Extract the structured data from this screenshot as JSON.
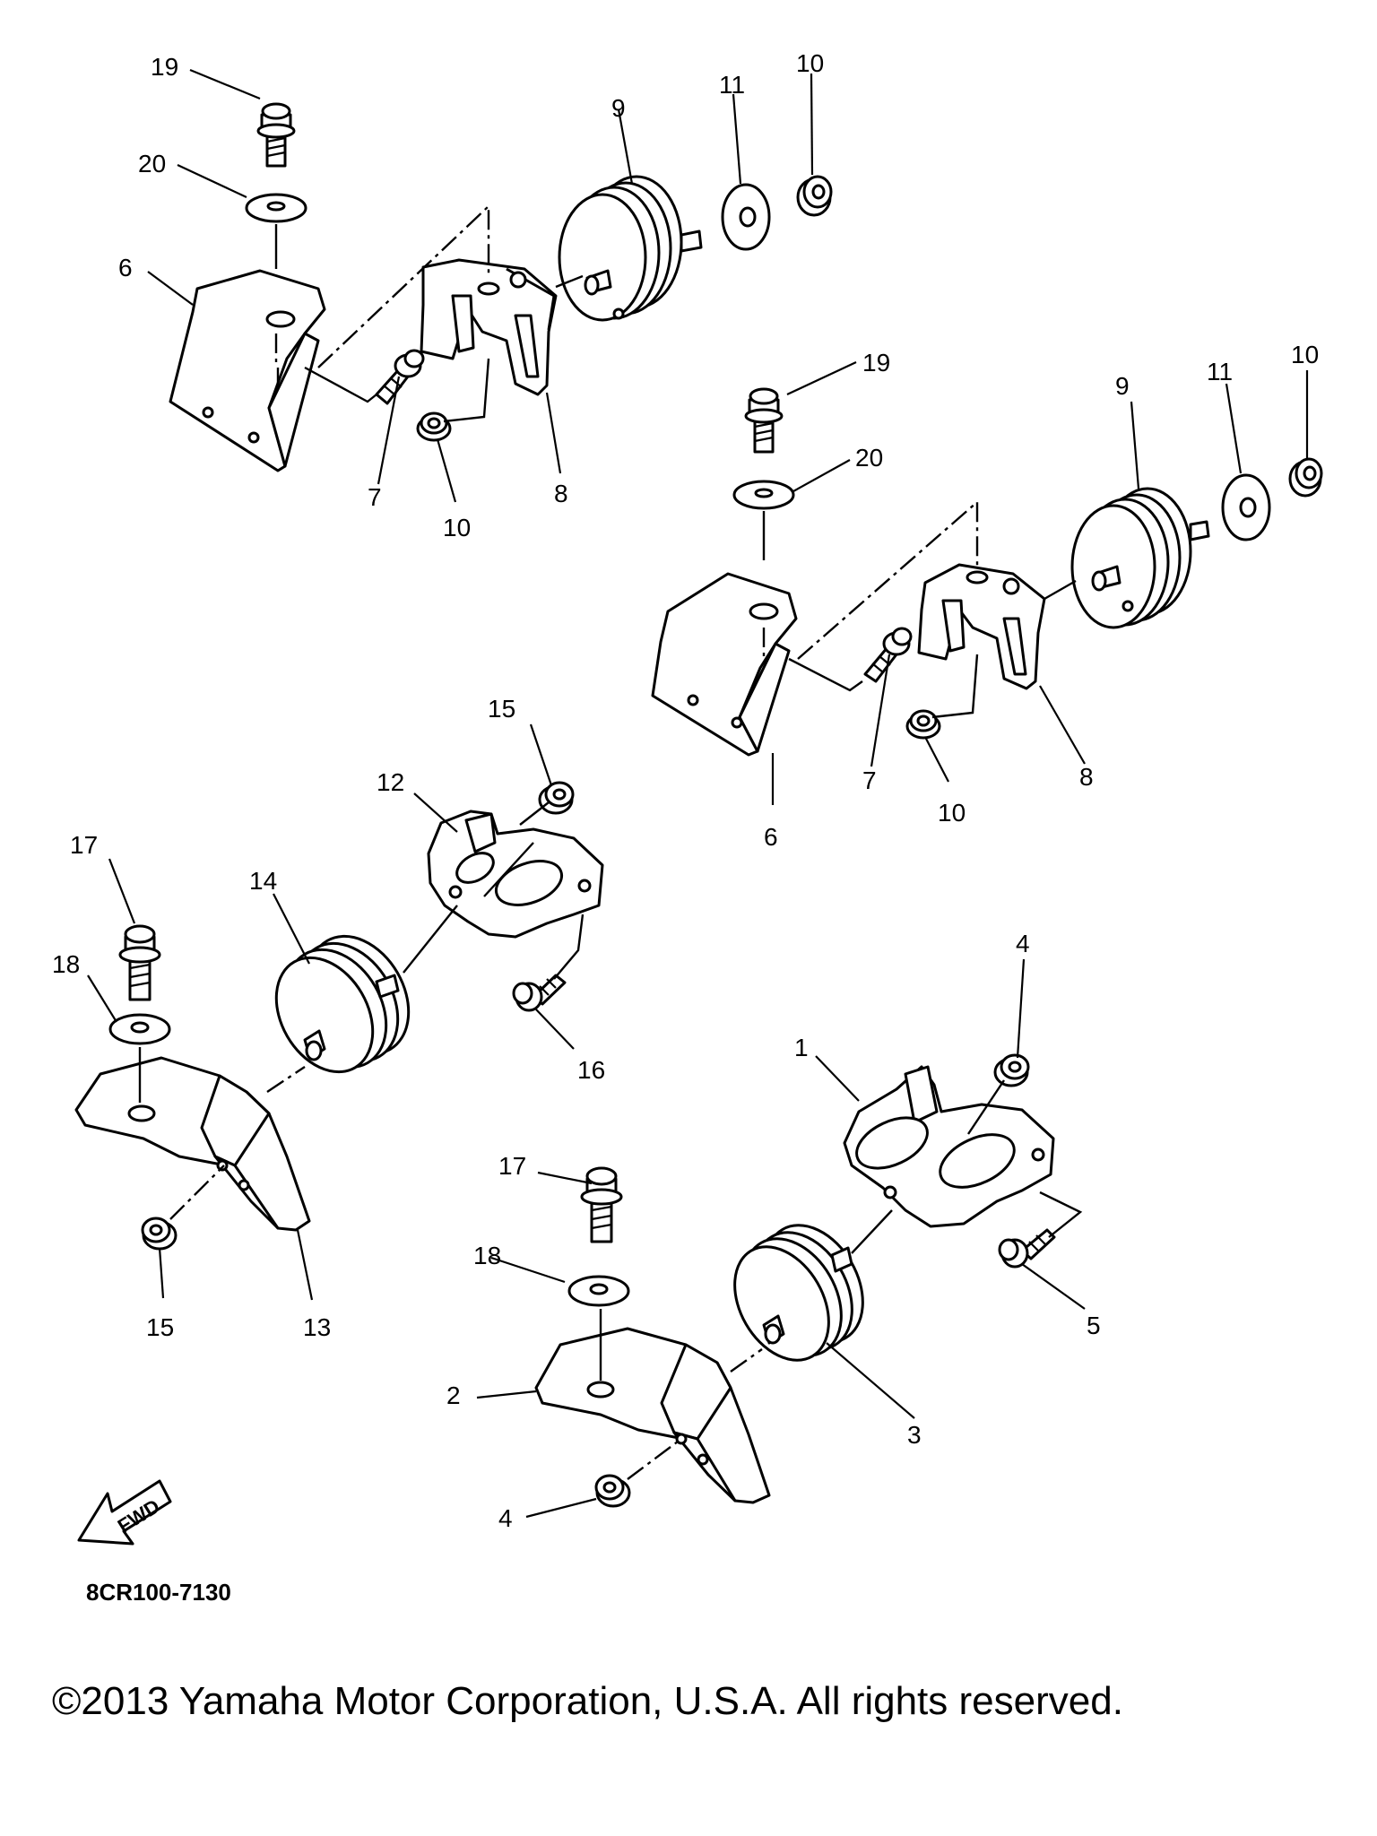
{
  "callouts": {
    "c1": "1",
    "c2": "2",
    "c3": "3",
    "c4a": "4",
    "c4b": "4",
    "c5": "5",
    "c6a": "6",
    "c6b": "6",
    "c7a": "7",
    "c7b": "7",
    "c8a": "8",
    "c8b": "8",
    "c9a": "9",
    "c9b": "9",
    "c10a": "10",
    "c10b": "10",
    "c10c": "10",
    "c10d": "10",
    "c11a": "11",
    "c11b": "11",
    "c12": "12",
    "c13": "13",
    "c14": "14",
    "c15a": "15",
    "c15b": "15",
    "c16": "16",
    "c17a": "17",
    "c17b": "17",
    "c18a": "18",
    "c18b": "18",
    "c19a": "19",
    "c19b": "19",
    "c20a": "20",
    "c20b": "20"
  },
  "fwd_label": "FWD",
  "drawing_code": "8CR100-7130",
  "copyright": "©2013 Yamaha Motor Corporation, U.S.A. All rights reserved."
}
